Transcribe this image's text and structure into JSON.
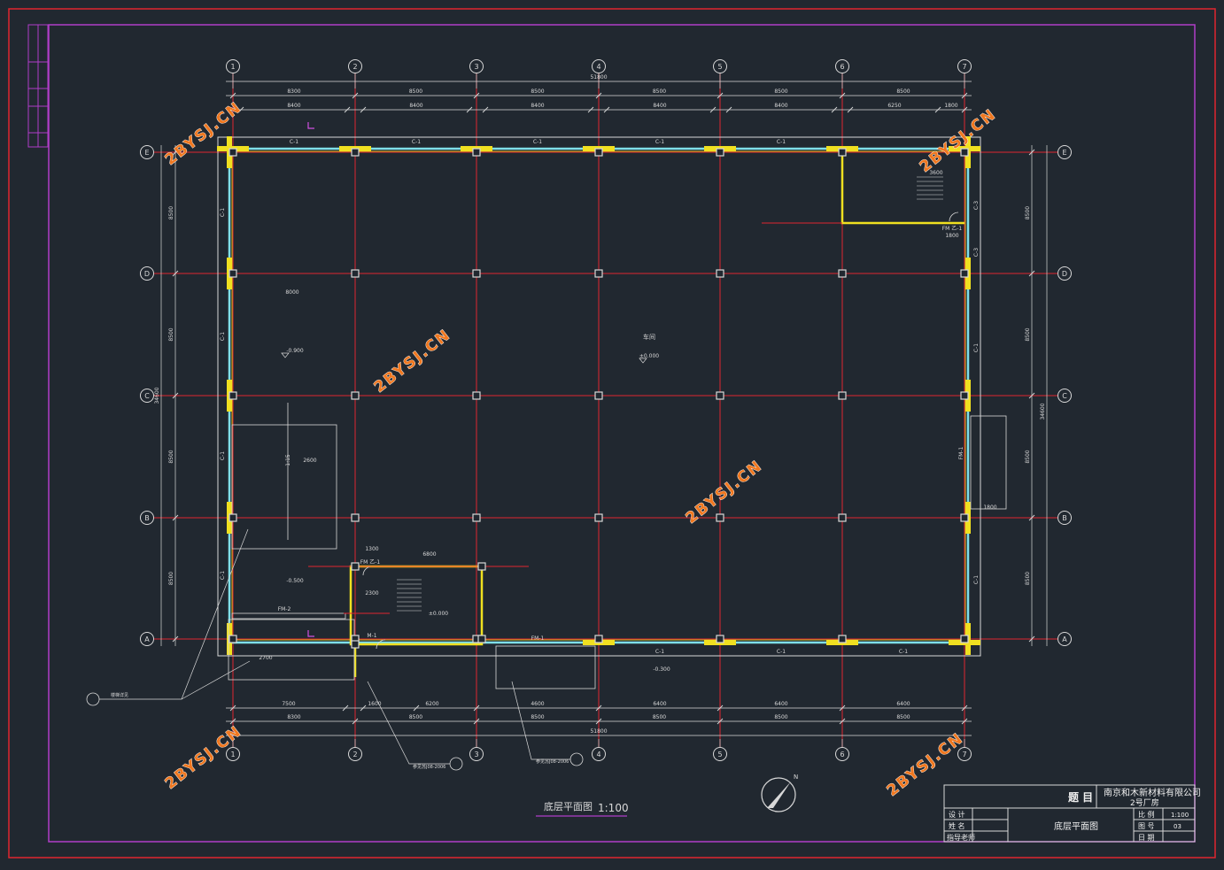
{
  "drawing": {
    "title": "底层平面图",
    "scale": "1:100"
  },
  "axes": {
    "columns": [
      "1",
      "2",
      "3",
      "4",
      "5",
      "6",
      "7"
    ],
    "rows": [
      "A",
      "B",
      "C",
      "D",
      "E"
    ]
  },
  "dimensions": {
    "top_total": "51800",
    "top_main": [
      "8300",
      "8500",
      "8500",
      "8500",
      "8500",
      "8500"
    ],
    "top_sub": [
      "8400",
      "8400",
      "8400",
      "8400",
      "8400",
      "6250",
      "1800"
    ],
    "bottom_sub": [
      "7500",
      "1600",
      "6200",
      "4600",
      "6400",
      "6400",
      "6400"
    ],
    "bottom_main": [
      "8300",
      "8500",
      "8500",
      "8500",
      "8500",
      "8500"
    ],
    "bottom_total": "51800",
    "left_total": "34600",
    "right_total": "34600",
    "left_bays": [
      "8500",
      "8500",
      "8500",
      "8500"
    ],
    "right_bays": [
      "8500",
      "8500",
      "8500",
      "8500"
    ],
    "interior": [
      "8000",
      "6800",
      "3600",
      "2300",
      "1800",
      "2700",
      "1300",
      "1800",
      "2600"
    ]
  },
  "labels": {
    "windows_top": [
      "C-1",
      "C-1",
      "C-1",
      "C-1",
      "C-1"
    ],
    "windows_bottom": [
      "C-1",
      "C-1",
      "C-1"
    ],
    "windows_left": [
      "C-1",
      "C-1",
      "C-1",
      "C-1"
    ],
    "windows_right": [
      "C-3",
      "C-3",
      "C-1",
      "C-1"
    ],
    "doors": [
      "FM-1",
      "FM-2",
      "FM-1",
      "M-1",
      "FM 乙-1",
      "FM 乙-1"
    ],
    "hall": "车间",
    "elev_main": "±0.000",
    "elev_low_1": "-0.900",
    "elev_low_2": "-0.500",
    "elev_low_3": "-0.300",
    "elev_low_4": "±0.000",
    "ramp": "1:15",
    "stair_note": "楼梯详见",
    "ref_note_1": "参见苏J08-2006",
    "ref_note_2": "参见苏J08-2006"
  },
  "title_block": {
    "label_project": "题 目",
    "company": "南京和木新材料有限公司",
    "project": "2号厂房",
    "sheet_title": "底层平面图",
    "row_labels": [
      "设 计",
      "姓 名",
      "指导老师"
    ],
    "meta_labels": [
      "比 例",
      "图 号",
      "日 期"
    ],
    "meta_values": [
      "1:100",
      "03",
      ""
    ]
  },
  "watermark": "2BYSJ.CN",
  "colors": {
    "background": "#212830",
    "grid_red": "#e0262f",
    "wall_cyan": "#7fdfe8",
    "wall_yellow": "#f0e020",
    "frame_magenta": "#b03dc8",
    "line_white": "#d8d8d8",
    "watermark_orange": "#f07820"
  }
}
